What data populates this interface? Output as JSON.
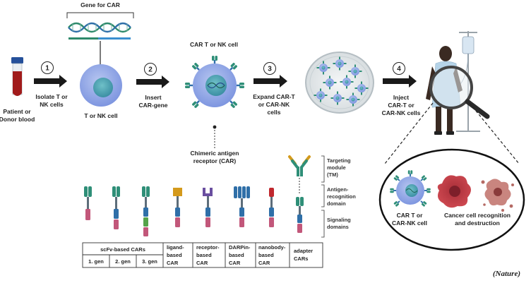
{
  "gene_label": "Gene for CAR",
  "steps": [
    {
      "number": "1",
      "label_lines": [
        "Isolate T or",
        "NK cells"
      ]
    },
    {
      "number": "2",
      "label_lines": [
        "Insert",
        "CAR-gene"
      ]
    },
    {
      "number": "3",
      "label_lines": [
        "Expand CAR-T",
        "or CAR-NK",
        "cells"
      ]
    },
    {
      "number": "4",
      "label_lines": [
        "Inject",
        "CAR-T or",
        "CAR-NK cells"
      ]
    }
  ],
  "source_lines": [
    "Patient or",
    "Donor blood"
  ],
  "cell_label": "T or NK cell",
  "car_cell_label": "CAR T or NK cell",
  "chimeric_lines": [
    "Chimeric antigen",
    "receptor (CAR)"
  ],
  "domain_labels": [
    {
      "lines": [
        "Targeting",
        "module",
        "(TM)"
      ]
    },
    {
      "lines": [
        "Antigen-",
        "recognition",
        "domain"
      ]
    },
    {
      "lines": [
        "Signaling",
        "domains"
      ]
    }
  ],
  "inset": {
    "car_cell_lines": [
      "CAR T or",
      "CAR-NK cell"
    ],
    "cancer_lines": [
      "Cancer cell recognition",
      "and destruction"
    ]
  },
  "table": {
    "scfv_header": "scFv-based CARs",
    "gens": [
      "1. gen",
      "2. gen",
      "3. gen"
    ],
    "types": [
      {
        "lines": [
          "ligand-",
          "based",
          "CAR"
        ]
      },
      {
        "lines": [
          "receptor-",
          "based",
          "CAR"
        ]
      },
      {
        "lines": [
          "DARPin-",
          "based",
          "CAR"
        ]
      },
      {
        "lines": [
          "nanobody-",
          "based",
          "CAR"
        ]
      },
      {
        "lines": [
          "adapter",
          "CARs"
        ]
      }
    ]
  },
  "credit": "(Nature)",
  "colors": {
    "arrow": "#1a1a1a",
    "cell": "#8fa7e6",
    "nucleus": "#4f9fb0",
    "car_green": "#2f8f78",
    "car_blue": "#2f6fa8",
    "car_pink": "#c2577a",
    "cancer": "#c23c46",
    "blood": "#a11b1b"
  }
}
